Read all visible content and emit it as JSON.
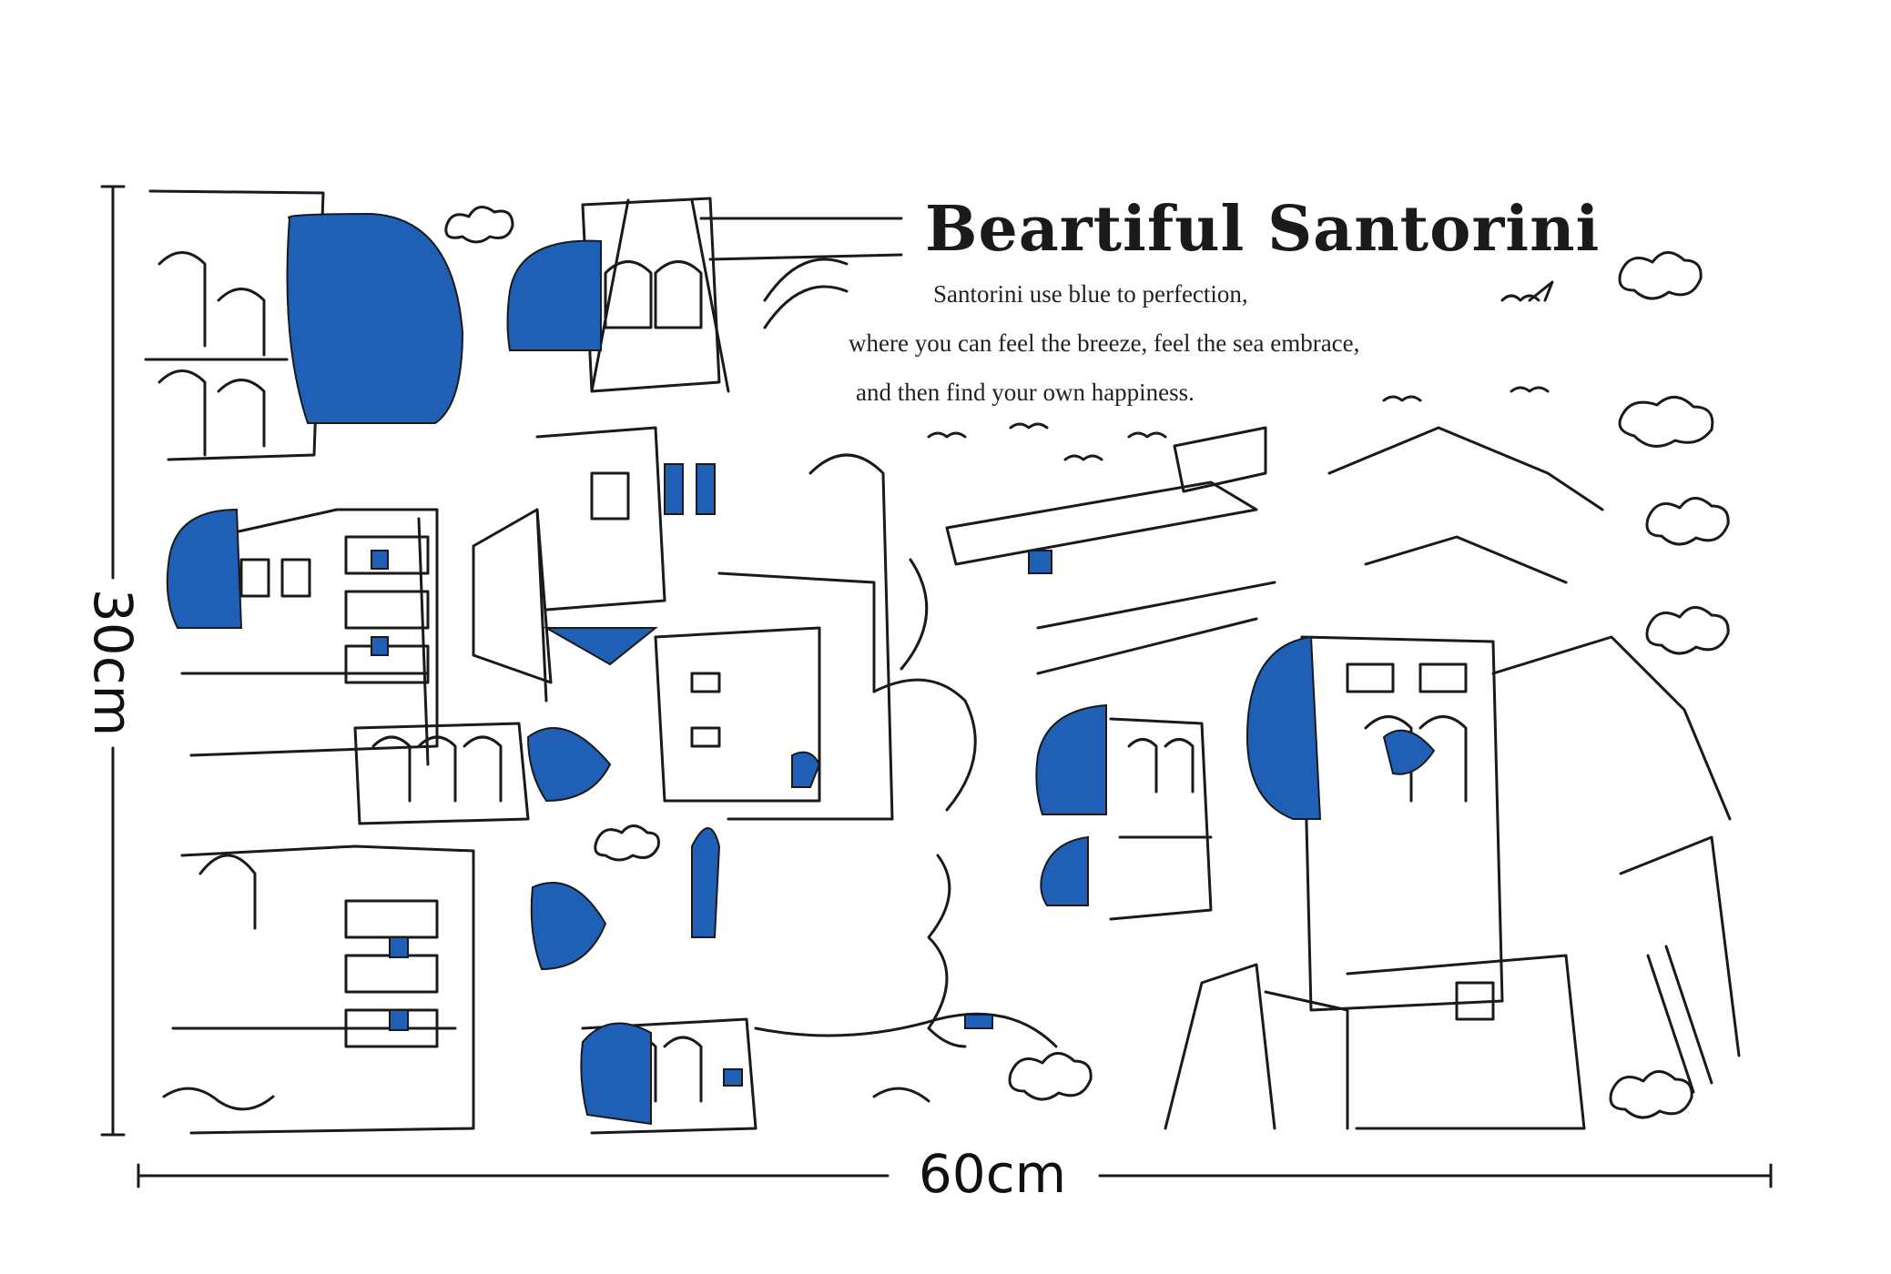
{
  "title": "Beartiful Santorini",
  "subtitle_lines": [
    "Santorini use blue to perfection,",
    "where you can feel the breeze, feel the sea embrace,",
    "and then find your own happiness."
  ],
  "dimensions": {
    "height_label": "30cm",
    "width_label": "60cm"
  },
  "colors": {
    "dome_blue": "#1f5fb5",
    "line": "#1a1a1a"
  }
}
